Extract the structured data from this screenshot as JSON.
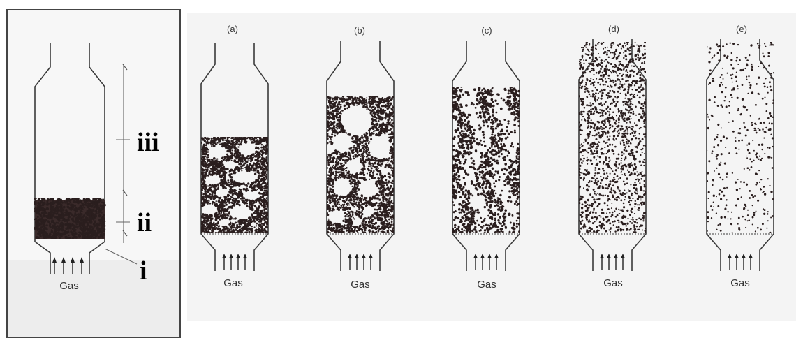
{
  "figure": {
    "reference_panel": {
      "gas_label": "Gas",
      "markers": [
        {
          "id": "i",
          "text": "i"
        },
        {
          "id": "ii",
          "text": "ii"
        },
        {
          "id": "iii",
          "text": "iii"
        }
      ]
    },
    "regimes": [
      {
        "id": "a",
        "label": "(a)",
        "gas_label": "Gas",
        "pattern": "bubbling-large-voids"
      },
      {
        "id": "b",
        "label": "(b)",
        "gas_label": "Gas",
        "pattern": "slugging-round-bubbles"
      },
      {
        "id": "c",
        "label": "(c)",
        "gas_label": "Gas",
        "pattern": "turbulent-streaks"
      },
      {
        "id": "d",
        "label": "(d)",
        "gas_label": "Gas",
        "pattern": "fast-fluidization-dense-dots"
      },
      {
        "id": "e",
        "label": "(e)",
        "gas_label": "Gas",
        "pattern": "pneumatic-transport-sparse-dots"
      }
    ],
    "colors": {
      "particle": "#2a1e1e",
      "outline": "#3a3a3a",
      "background": "#ffffff",
      "paper": "#f3f3f3",
      "text": "#333333"
    }
  }
}
